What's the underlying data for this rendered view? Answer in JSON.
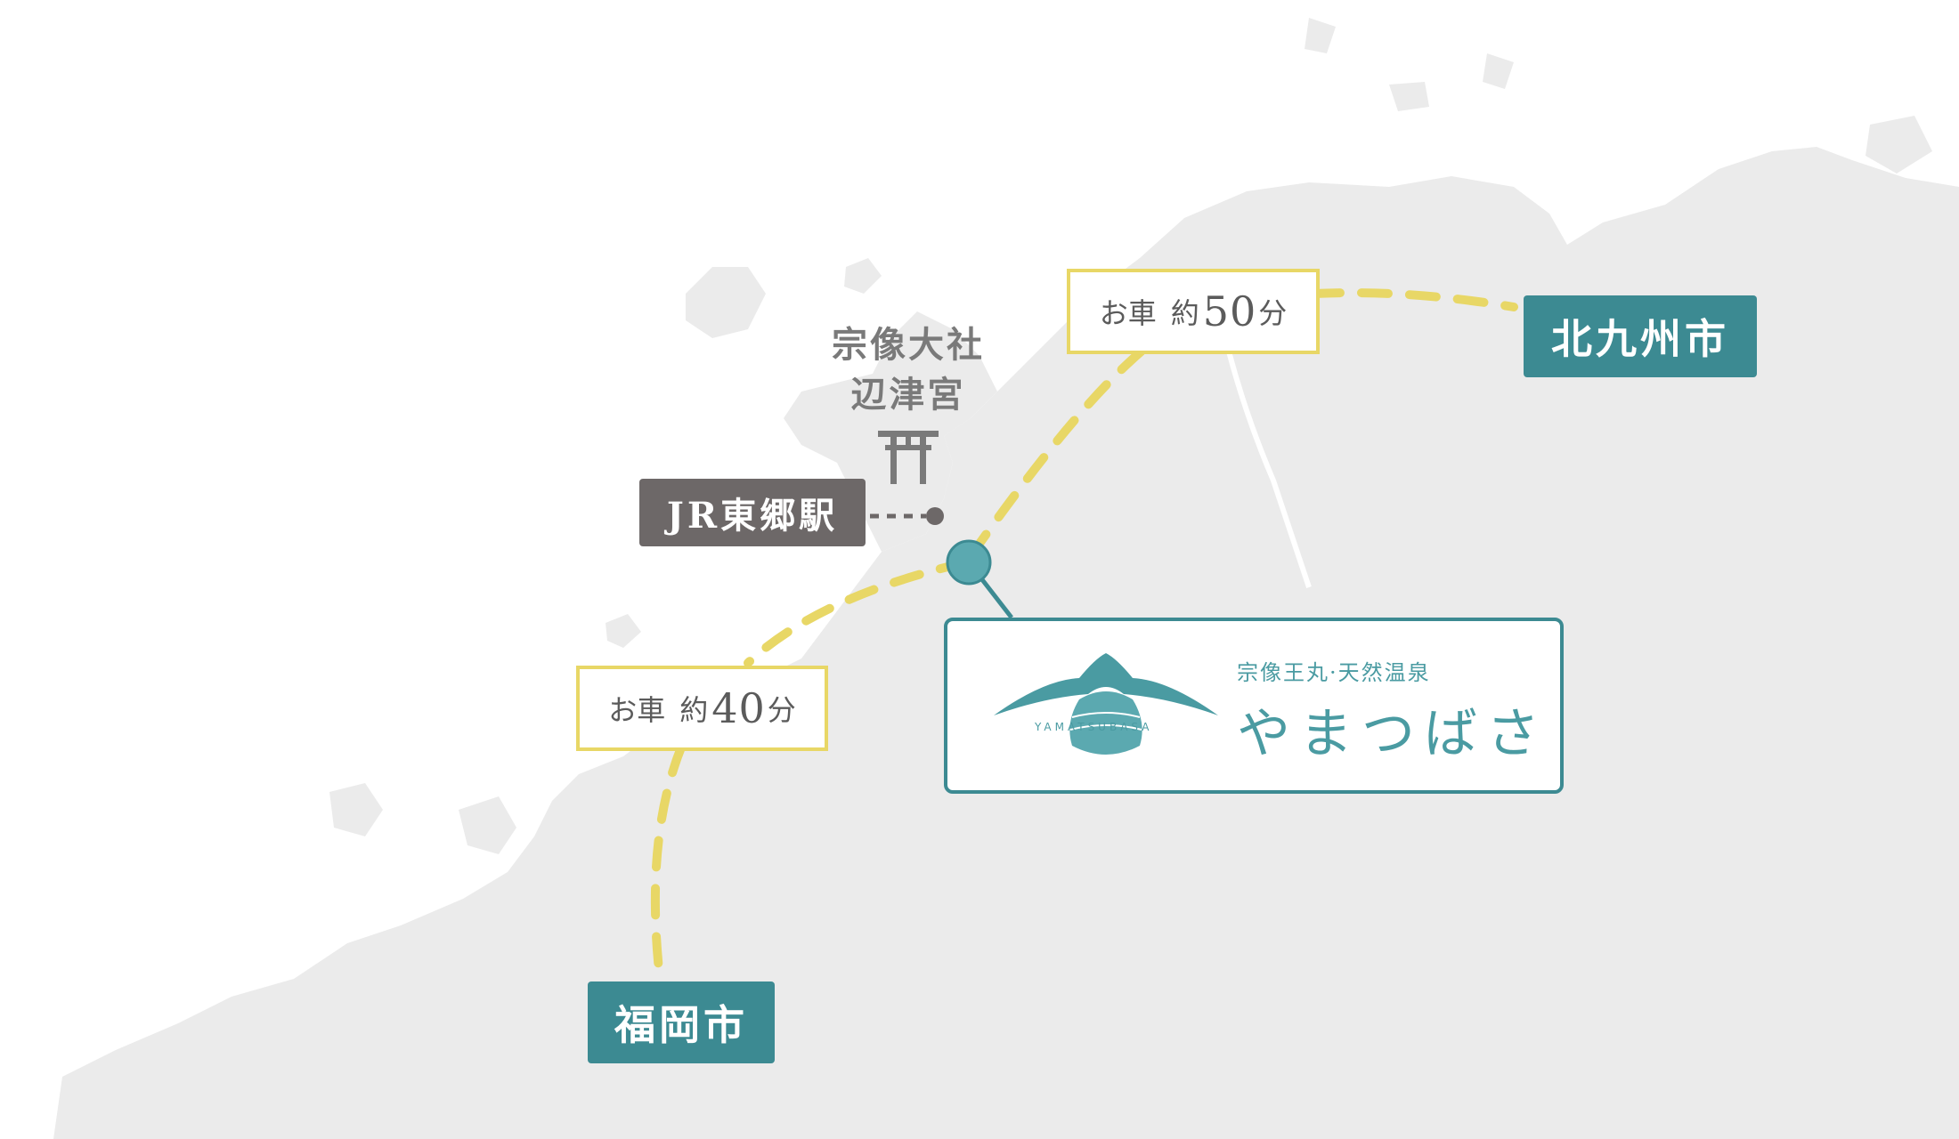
{
  "colors": {
    "land": "#ebebeb",
    "route": "#e8d766",
    "city_badge": "#3c8a92",
    "station_badge": "#6d6868",
    "brand": "#4a9ba2"
  },
  "destination": {
    "subtitle": "宗像王丸·天然温泉",
    "name": "やまつばさ",
    "roman": "YAMATSUBASA"
  },
  "places": {
    "kitakyushu": "北九州市",
    "fukuoka": "福岡市",
    "station": "JR東郷駅",
    "shrine_line1": "宗像大社",
    "shrine_line2": "辺津宮"
  },
  "routes": [
    {
      "id": "to-kitakyushu",
      "mode": "お車",
      "prefix": "約",
      "minutes": "50",
      "unit": "分"
    },
    {
      "id": "to-fukuoka",
      "mode": "お車",
      "prefix": "約",
      "minutes": "40",
      "unit": "分"
    }
  ],
  "icons": {
    "shrine": "torii-icon",
    "brand": "yamatsubasa-logo-icon"
  }
}
